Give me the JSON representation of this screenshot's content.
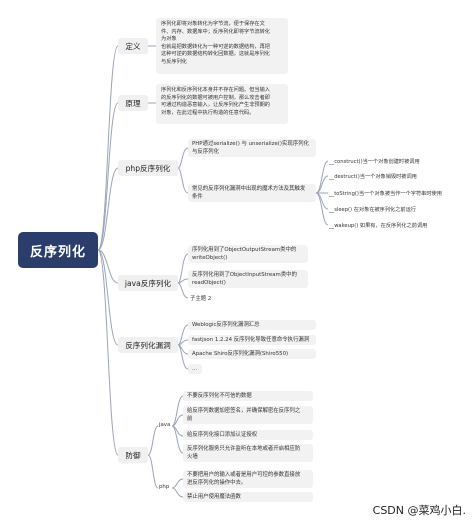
{
  "root": {
    "label": "反序列化"
  },
  "nodes": {
    "definition": {
      "label": "定义",
      "lines": [
        "序列化即将对象转化为字节流，便于保存在文",
        "件、内存、数据库中；反序列化即将字节流转化",
        "为对象",
        "也就是把数据转化为一种可逆的数据结构，再把",
        "这种可逆的数据结构转化回数据，这就是序列化",
        "与反序列化"
      ]
    },
    "principle": {
      "label": "原理",
      "lines": [
        "序列化和反序列化本身并不存在问题。但当输入",
        "的反序列化的数据可被用户控制，那么攻击者即",
        "可通过构造恶意输入，让反序列化产生非预期的",
        "对象，在此过程中执行构造的任意代码。"
      ]
    },
    "php": {
      "label": "php反序列化",
      "leaf1": [
        "PHP通过serialize() 与 unserialize()实现序列化",
        "与反序列化"
      ],
      "leaf2": [
        "常见的反序列化漏洞中出现的魔术方法及其触发",
        "条件"
      ],
      "magic": [
        "__construct()当一个对象创建时被调用",
        "__destruct()当一个对象销毁时被调用",
        "__toString()当一个对象被当作一个字符串时使用",
        "__sleep() 在对象在被序列化之前运行",
        "__wakeup() 如果有，在反序列化之前调用"
      ]
    },
    "java": {
      "label": "java反序列化",
      "leaf1": [
        "序列化用到了ObjectOutputStream类中的",
        "writeObject()"
      ],
      "leaf2": [
        "反序列化用到了ObjectInputStream类中的",
        "readObject()"
      ],
      "leaf3": "子主题 2"
    },
    "vulns": {
      "label": "反序列化漏洞",
      "items": [
        "Weblogic反序列化漏洞汇总",
        "fastjson 1.2.24 反序列化导致任意命令执行漏洞",
        "Apache Shiro反序列化漏洞(Shiro550)",
        "..."
      ]
    },
    "defense": {
      "label": "防御",
      "java_label": "java",
      "php_label": "php",
      "java_items": [
        [
          "不要反序列化不可信的数据"
        ],
        [
          "给反序列数据加密签名，并确保解密在反序列之",
          "前"
        ],
        [
          "给反序列化接口添加认证授权"
        ],
        [
          "反序列化服务只允许监听在本地或者开启相应防",
          "火墙"
        ]
      ],
      "php_items": [
        [
          "不要把用户的输入或者是用户可控的参数直接放",
          "进反序列化的操作中去。"
        ],
        [
          "禁止用户使用魔法函数"
        ]
      ]
    }
  },
  "colors": {
    "root_bg": "#2b3d6b",
    "line": "#9aa3b8",
    "box_bg": "#f2f2f2"
  },
  "watermark": "CSDN @菜鸡小白."
}
